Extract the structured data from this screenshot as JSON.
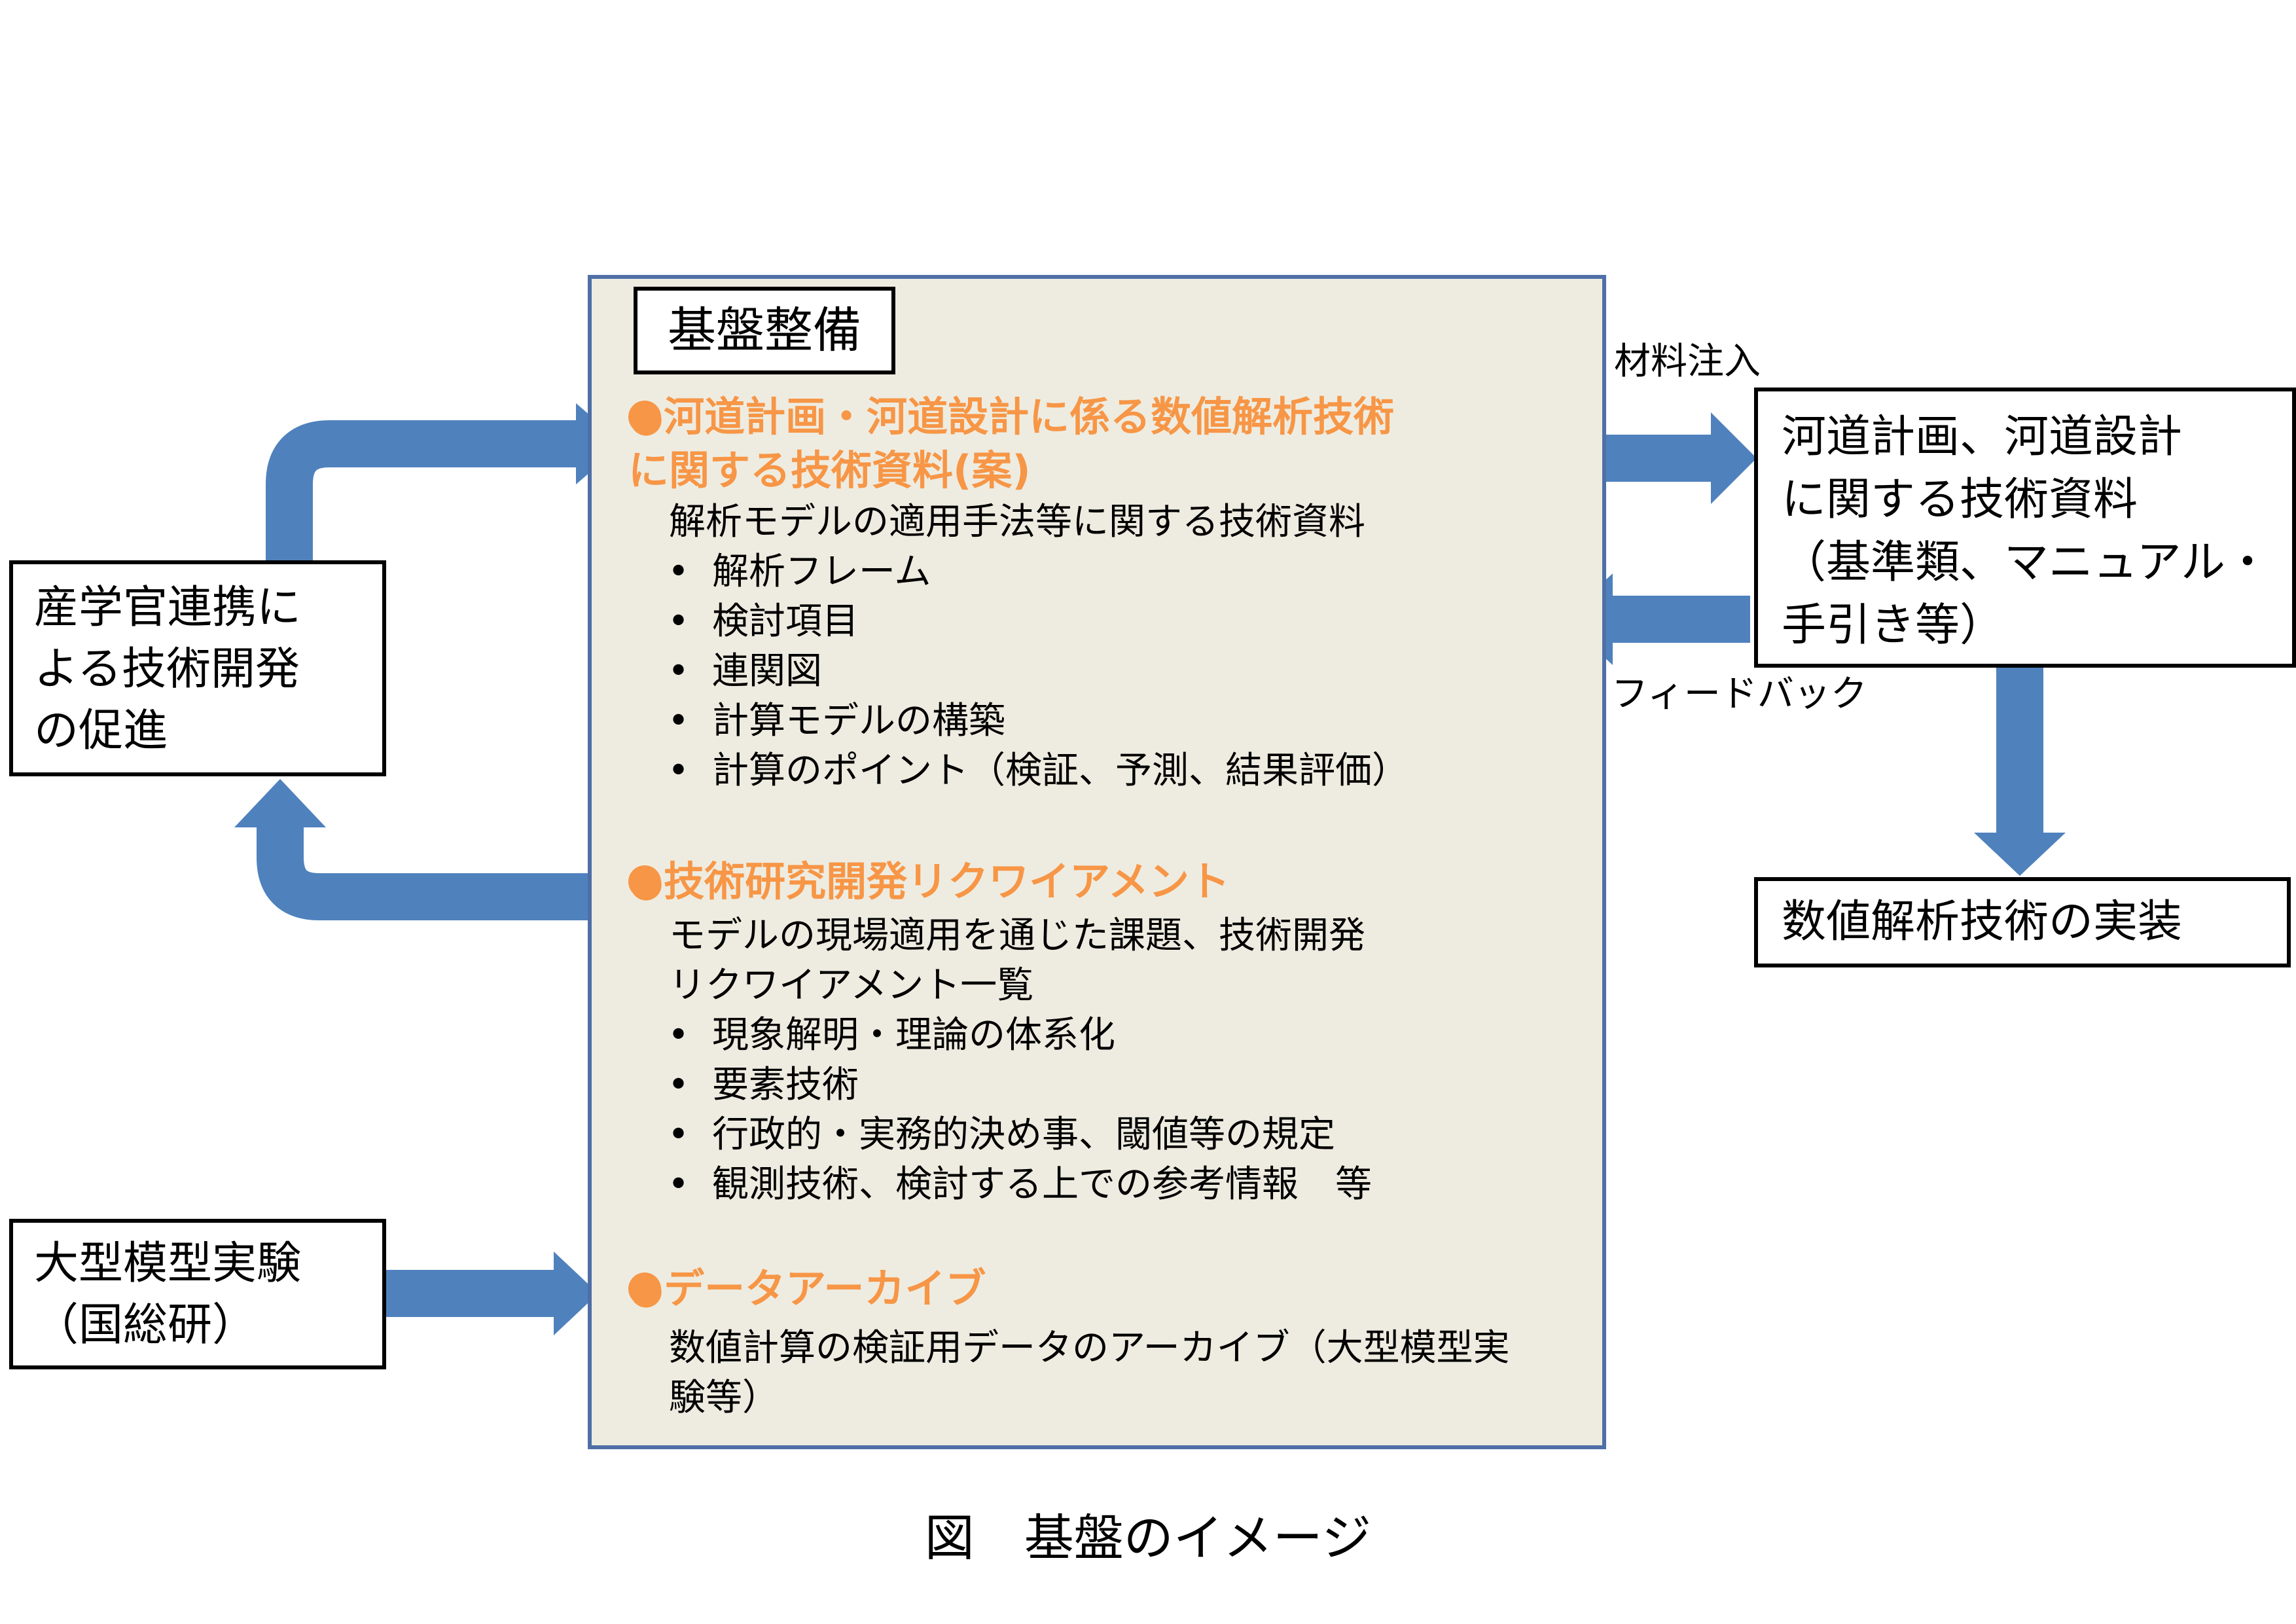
{
  "left_boxes": {
    "industry": [
      "産学官連携に",
      "よる技術開発",
      "の促進"
    ],
    "experiment": [
      "大型模型実験",
      "（国総研）"
    ]
  },
  "main_panel": {
    "title": "基盤整備",
    "sections": [
      {
        "heading": [
          "●河道計画・河道設計に係る数値解析技術",
          "に関する技術資料(案)"
        ],
        "description": [
          "解析モデルの適用手法等に関する技術資料"
        ],
        "bullets": [
          "解析フレーム",
          "検討項目",
          "連関図",
          "計算モデルの構築",
          "計算のポイント（検証、予測、結果評価）"
        ]
      },
      {
        "heading": [
          "●技術研究開発リクワイアメント"
        ],
        "description": [
          "モデルの現場適用を通じた課題、技術開発",
          "リクワイアメント一覧"
        ],
        "bullets": [
          "現象解明・理論の体系化",
          "要素技術",
          "行政的・実務的決め事、閾値等の規定",
          "観測技術、検討する上での参考情報　等"
        ]
      },
      {
        "heading": [
          "●データアーカイブ"
        ],
        "description": [
          "数値計算の検証用データのアーカイブ（大型模型実",
          "験等）"
        ],
        "bullets": []
      }
    ]
  },
  "right_boxes": {
    "documents": [
      "河道計画、河道設計",
      "に関する技術資料",
      "（基準類、マニュアル・",
      "手引き等）"
    ],
    "implementation": [
      "数値解析技術の実装"
    ]
  },
  "arrow_labels": {
    "input": "材料注入",
    "feedback": "フィードバック"
  },
  "caption": "図　基盤のイメージ",
  "colors": {
    "arrow": "#4f81bd",
    "panel_background": "#eeece1",
    "panel_border": "#4f6fa6",
    "heading": "#f79646"
  }
}
